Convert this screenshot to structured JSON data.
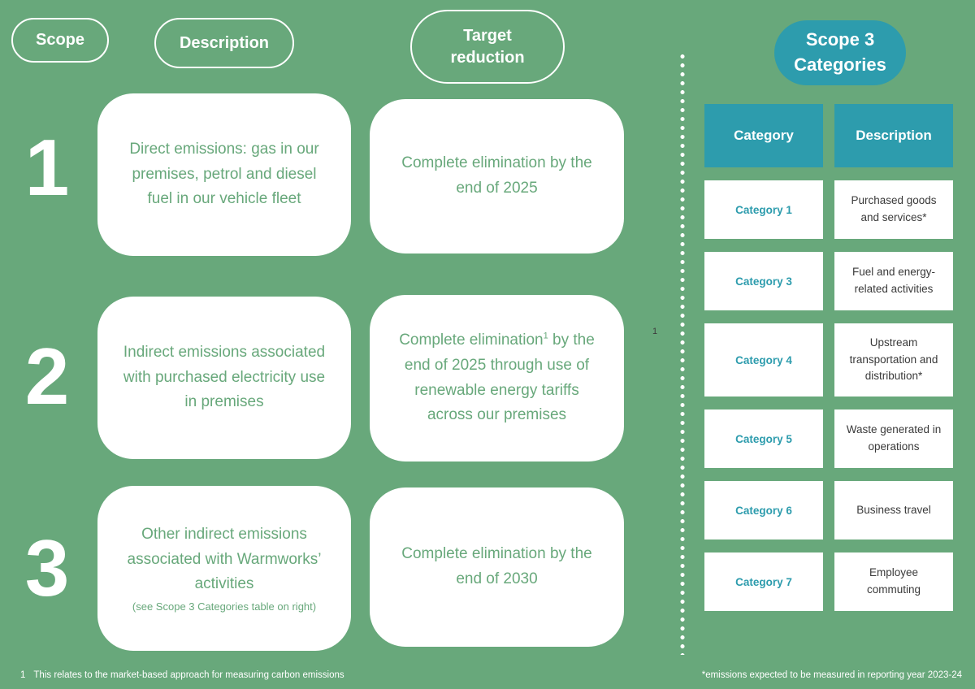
{
  "colors": {
    "background_green": "#68a87b",
    "card_white": "#ffffff",
    "teal_accent": "#2d9cad",
    "dark_text": "#3a3a3a"
  },
  "headers": {
    "scope": "Scope",
    "description": "Description",
    "target_reduction": "Target reduction"
  },
  "rows": [
    {
      "number": "1",
      "description": "Direct emissions: gas in our premises, petrol and diesel fuel in our vehicle fleet",
      "target": "Complete elimination by the end of 2025"
    },
    {
      "number": "2",
      "description": "Indirect emissions associated with purchased electricity use in premises",
      "target_pre": "Complete elimination",
      "target_sup": "1",
      "target_post": " by the end of 2025 through use of renewable energy tariffs across our premises"
    },
    {
      "number": "3",
      "description": "Other indirect emissions associated with Warmworks’ activities",
      "description_note": "(see Scope 3 Categories table on right)",
      "target": "Complete elimination by the end of 2030"
    }
  ],
  "scope3": {
    "title": "Scope 3 Categories",
    "col_category": "Category",
    "col_description": "Description",
    "rows": [
      {
        "category": "Category 1",
        "description": "Purchased goods and services*"
      },
      {
        "category": "Category 3",
        "description": "Fuel and energy-related activities"
      },
      {
        "category": "Category 4",
        "description": "Upstream transportation and distribution*"
      },
      {
        "category": "Category 5",
        "description": "Waste generated in operations"
      },
      {
        "category": "Category 6",
        "description": "Business travel"
      },
      {
        "category": "Category 7",
        "description": "Employee commuting"
      }
    ]
  },
  "annotations": {
    "floating_ref": "1"
  },
  "footnotes": {
    "left_marker": "1",
    "left_text": "This relates to the market-based approach for measuring carbon emissions",
    "right_text": "*emissions expected to be measured in reporting year 2023-24"
  }
}
